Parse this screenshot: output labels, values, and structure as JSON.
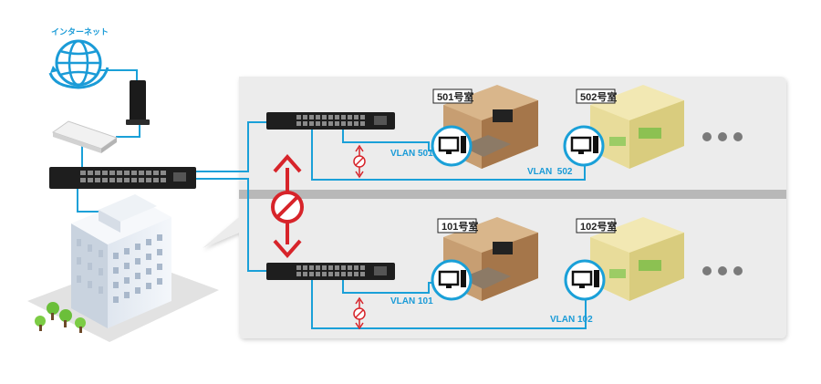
{
  "internet_label": "インターネット",
  "rooms": {
    "r501": "501号室",
    "r502": "502号室",
    "r101": "101号室",
    "r102": "102号室"
  },
  "vlans": {
    "v501": "VLAN 501",
    "v502": "VLAN  502",
    "v101": "VLAN 101",
    "v102": "VLAN 102"
  },
  "colors": {
    "link": "#1aa0d8",
    "block": "#d7242a",
    "panel": "#ececec",
    "divider": "#b8b8b8"
  }
}
